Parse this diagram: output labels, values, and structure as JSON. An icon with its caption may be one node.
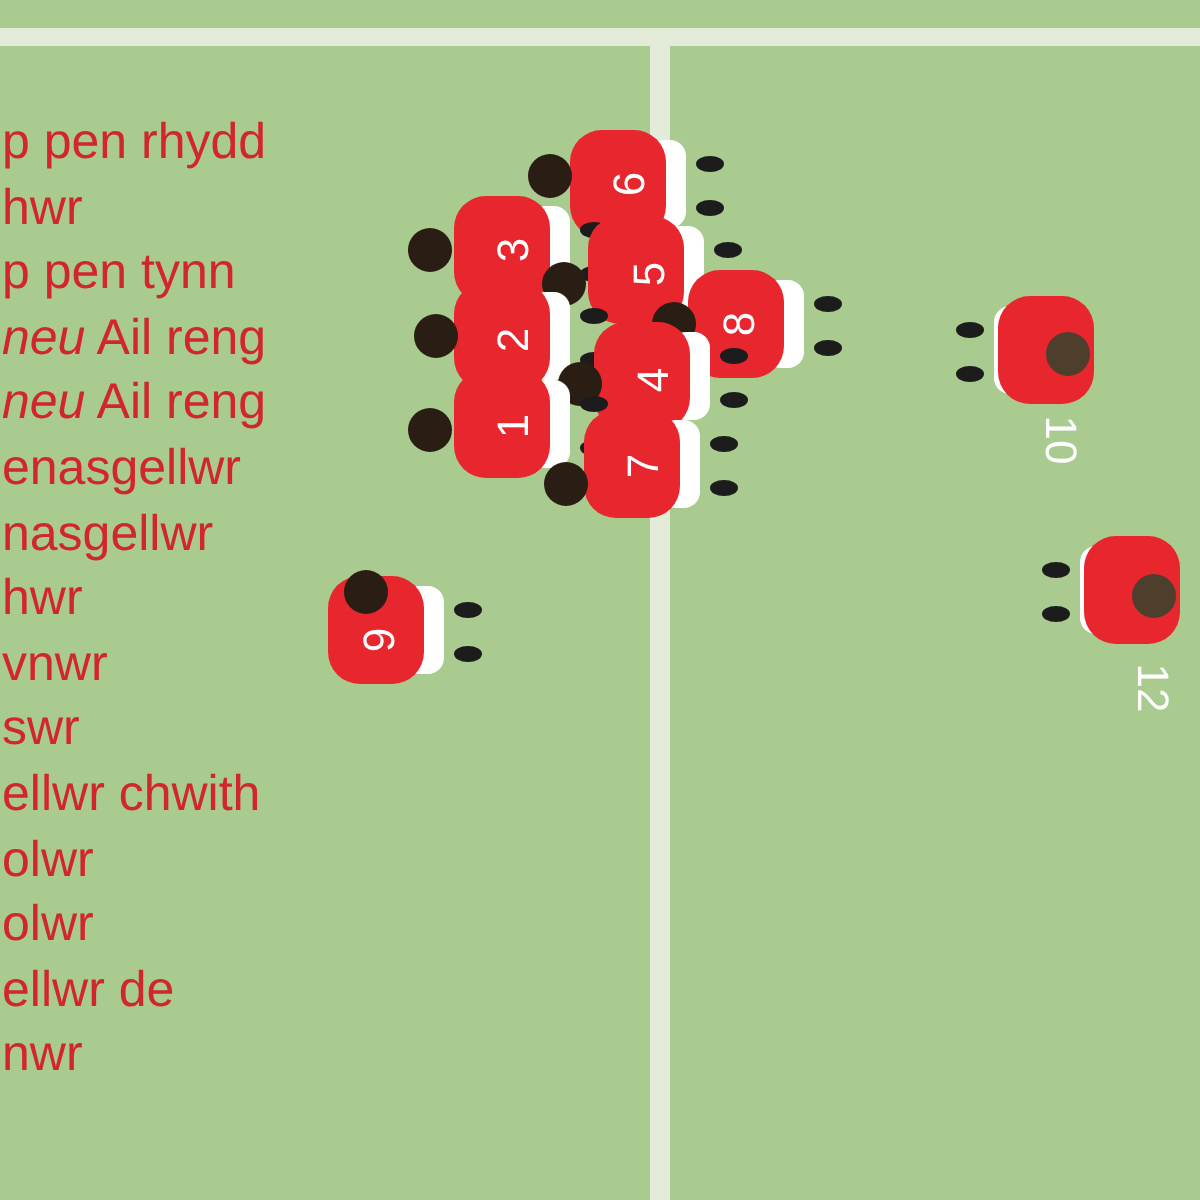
{
  "diagram": {
    "labels": [
      "p pen rhydd",
      "hwr",
      "p pen tynn",
      "*neu* Ail reng",
      "*neu* Ail reng",
      "enasgellwr",
      "nasgellwr",
      "hwr",
      "vnwr",
      "swr",
      "ellwr chwith",
      "olwr",
      "olwr",
      "ellwr de",
      "nwr",
      "6",
      "3",
      "5",
      "2",
      "8",
      "4",
      "1",
      "7",
      "9",
      "10",
      "12"
    ]
  }
}
